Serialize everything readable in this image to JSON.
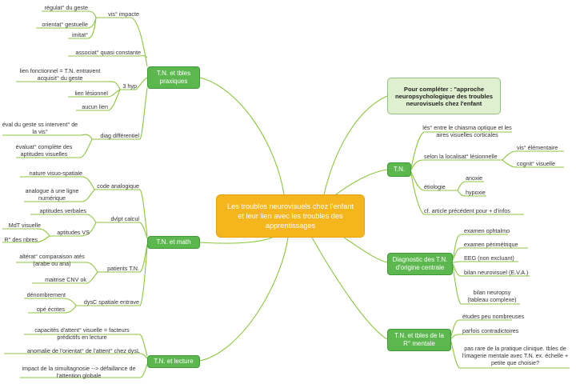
{
  "central_topic": "Les troubles neurovisuels chez l'enfant et leur lien avec les troubles des apprentissages",
  "side_note": "Pour compléter : \"approche neuropsychologique des troubles neurovisuels chez l'enfant",
  "branches": {
    "praxiques": {
      "title": "T.N. et tbles praxiques",
      "vis_impacte": "vis° impacte",
      "regulat": "régulat° du geste",
      "orientat": "orientat° gestuelle",
      "imitat": "imitat°",
      "associat": "associat° quasi constante",
      "hyp": "3 hyp",
      "lien_fonctionnel": "lien fonctionnel = T.N. entravent acquisit° du geste",
      "lien_lesionnel": "lien lésionnel",
      "aucun_lien": "aucun lien",
      "diag": "diag différentiel",
      "eval_geste": "éval du geste ss intervent° de la vis°",
      "evaluat_complete": "évaluat° complète des aptitudes visuelles"
    },
    "math": {
      "title": "T.N. et math",
      "code_analogique": "code analogique",
      "nature_visuo": "nature visuo-spatiale",
      "analogue_ligne": "analogue à une ligne numérique",
      "dvlpt_calcul": "dvlpt calcul",
      "aptitudes_verbales": "aptitudes verbales",
      "aptitudes_vs": "aptitudes VS",
      "mdt_visuelle": "MdT visuelle",
      "r_nbres": "R° des nbres",
      "patients_tn": "patients T.N.",
      "alterat_comparaison": "altérat° comparaison atés (arabe ou ana)",
      "maitrise_cnv": "maitrise CNV ok",
      "dysc": "dysC spatiale entrave",
      "denombrement": "dénombrement",
      "ope_ecrites": "opé écrites"
    },
    "lecture": {
      "title": "T.N. et lecture",
      "capacites": "capacités d'attent° visuelle = facteurs prédictifs en lecture",
      "anomalie": "anomalie de l'orientat° de l'attent° chez dysL",
      "impact": "impact de la simultagnosie --> défaillance de l'attention globale"
    },
    "tn": {
      "title": "T.N.",
      "les": "lés° entre le chiasma optique et les aires visuelles corticales",
      "selon": "selon la localisat° lésionnelle",
      "vis_elem": "vis° élémentaire",
      "cognit": "cognit° visuelle",
      "etiologie": "étiologie",
      "anoxie": "anoxie",
      "hypoxie": "hypoxie",
      "cf": "cf. article précédent pour + d'infos"
    },
    "diagnostic": {
      "title": "Diagnostic des T.N. d'origine centrale",
      "ophtalmo": "examen ophtalmo",
      "perimetrique": "examen périmétrique",
      "eeg": "EEG (non excluant)",
      "bilan_neurovisuel": "bilan neurovisuel (E.V.A.)",
      "bilan_neuropsy": "bilan neuropsy (tableau complexe)"
    },
    "imagerie": {
      "title": "T.N. et tbles de la R° mentale",
      "etudes": "études peu nombreuses",
      "parfois": "parfois contradictoires",
      "pas_rare": "pas rare de la pratique clinique. tbles de l'imagerie mentale avec T.N. ex. échelle + petite que choisie?"
    }
  },
  "colors": {
    "branch_line": "#8cc63e",
    "central_fill": "#f5b51d",
    "main_node_fill": "#5cb84e",
    "side_note_fill": "#dff0d0",
    "text": "#333333"
  }
}
